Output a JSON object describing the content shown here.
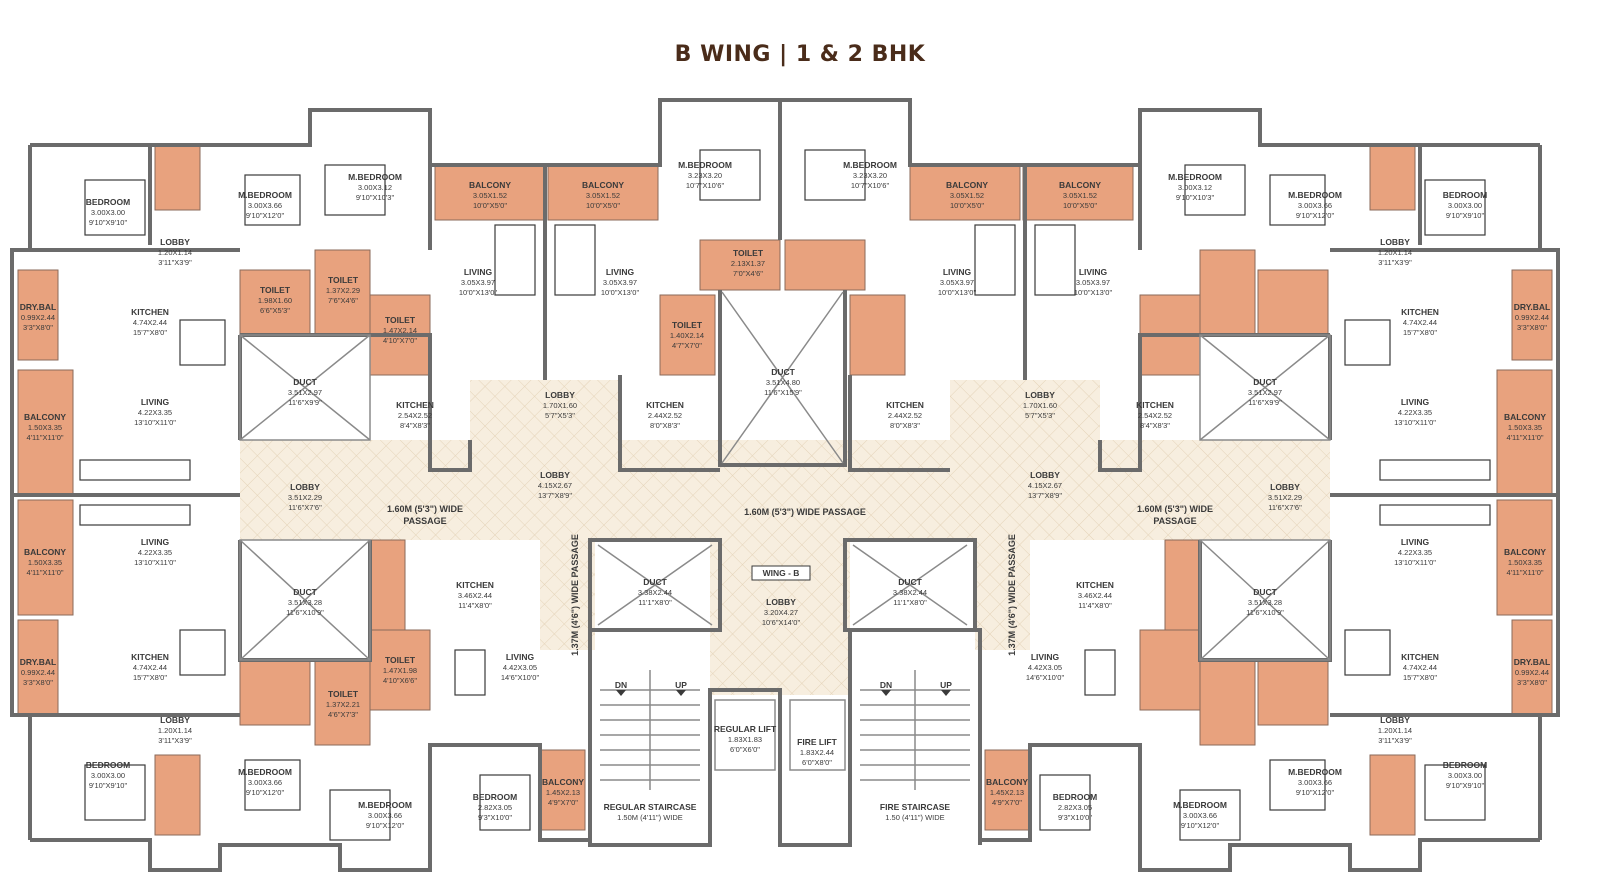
{
  "title": "B WING | 1 & 2 BHK",
  "colors": {
    "wall": "#6b6b6b",
    "wet_area": "#e8a27e",
    "lobby_fill": "#f7eedf",
    "furniture": "#3a3a3a",
    "title": "#4a2c1a"
  },
  "labels": {
    "balcony_tl": {
      "name": "BALCONY",
      "dim1": "3.05X1.52",
      "dim2": "10'0\"X5'0\""
    },
    "balcony_tc": {
      "name": "BALCONY",
      "dim1": "3.05X1.52",
      "dim2": "10'0\"X5'0\""
    },
    "balcony_tr1": {
      "name": "BALCONY",
      "dim1": "3.05X1.52",
      "dim2": "10'0\"X5'0\""
    },
    "balcony_tr2": {
      "name": "BALCONY",
      "dim1": "3.05X1.52",
      "dim2": "10'0\"X5'0\""
    },
    "mbed_tl": {
      "name": "M.BEDROOM",
      "dim1": "3.00X3.66",
      "dim2": "9'10\"X12'0\""
    },
    "mbed_tl2": {
      "name": "M.BEDROOM",
      "dim1": "3.00X3.12",
      "dim2": "9'10\"X10'3\""
    },
    "bed_tl": {
      "name": "BEDROOM",
      "dim1": "3.00X3.00",
      "dim2": "9'10\"X9'10\""
    },
    "mbed_tc1": {
      "name": "M.BEDROOM",
      "dim1": "3.23X3.20",
      "dim2": "10'7\"X10'6\""
    },
    "mbed_tc2": {
      "name": "M.BEDROOM",
      "dim1": "3.23X3.20",
      "dim2": "10'7\"X10'6\""
    },
    "mbed_tr1": {
      "name": "M.BEDROOM",
      "dim1": "3.00X3.12",
      "dim2": "9'10\"X10'3\""
    },
    "mbed_tr2": {
      "name": "M.BEDROOM",
      "dim1": "3.00X3.66",
      "dim2": "9'10\"X12'0\""
    },
    "bed_tr": {
      "name": "BEDROOM",
      "dim1": "3.00X3.00",
      "dim2": "9'10\"X9'10\""
    },
    "lobby_tl": {
      "name": "LOBBY",
      "dim1": "1.20X1.14",
      "dim2": "3'11\"X3'9\""
    },
    "lobby_tr": {
      "name": "LOBBY",
      "dim1": "1.20X1.14",
      "dim2": "3'11\"X3'9\""
    },
    "living_t1": {
      "name": "LIVING",
      "dim1": "3.05X3.97",
      "dim2": "10'0\"X13'0\""
    },
    "living_t2": {
      "name": "LIVING",
      "dim1": "3.05X3.97",
      "dim2": "10'0\"X13'0\""
    },
    "living_t3": {
      "name": "LIVING",
      "dim1": "3.05X3.97",
      "dim2": "10'0\"X13'0\""
    },
    "living_t4": {
      "name": "LIVING",
      "dim1": "3.05X3.97",
      "dim2": "10'0\"X13'0\""
    },
    "kitchen_l1": {
      "name": "KITCHEN",
      "dim1": "4.74X2.44",
      "dim2": "15'7\"X8'0\""
    },
    "kitchen_r1": {
      "name": "KITCHEN",
      "dim1": "4.74X2.44",
      "dim2": "15'7\"X8'0\""
    },
    "living_l1": {
      "name": "LIVING",
      "dim1": "4.22X3.35",
      "dim2": "13'10\"X11'0\""
    },
    "living_r1": {
      "name": "LIVING",
      "dim1": "4.22X3.35",
      "dim2": "13'10\"X11'0\""
    },
    "balcony_l1": {
      "name": "BALCONY",
      "dim1": "1.50X3.35",
      "dim2": "4'11\"X11'0\""
    },
    "balcony_r1": {
      "name": "BALCONY",
      "dim1": "1.50X3.35",
      "dim2": "4'11\"X11'0\""
    },
    "drybal_l1": {
      "name": "DRY.BAL",
      "dim1": "0.99X2.44",
      "dim2": "3'3\"X8'0\""
    },
    "drybal_r1": {
      "name": "DRY.BAL",
      "dim1": "0.99X2.44",
      "dim2": "3'3\"X8'0\""
    },
    "duct_l1": {
      "name": "DUCT",
      "dim1": "3.51X2.97",
      "dim2": "11'6\"X9'9\""
    },
    "duct_r1": {
      "name": "DUCT",
      "dim1": "3.51X2.97",
      "dim2": "11'6\"X9'9\""
    },
    "duct_c": {
      "name": "DUCT",
      "dim1": "3.51X4.80",
      "dim2": "11'6\"X15'9\""
    },
    "kitchen_c1": {
      "name": "KITCHEN",
      "dim1": "2.54X2.52",
      "dim2": "8'4\"X8'3\""
    },
    "kitchen_c2": {
      "name": "KITCHEN",
      "dim1": "2.44X2.52",
      "dim2": "8'0\"X8'3\""
    },
    "kitchen_c3": {
      "name": "KITCHEN",
      "dim1": "2.44X2.52",
      "dim2": "8'0\"X8'3\""
    },
    "kitchen_c4": {
      "name": "KITCHEN",
      "dim1": "2.54X2.52",
      "dim2": "8'4\"X8'3\""
    },
    "lobby_c1": {
      "name": "LOBBY",
      "dim1": "1.70X1.60",
      "dim2": "5'7\"X5'3\""
    },
    "lobby_c2": {
      "name": "LOBBY",
      "dim1": "1.70X1.60",
      "dim2": "5'7\"X5'3\""
    },
    "lobby_ml": {
      "name": "LOBBY",
      "dim1": "3.51X2.29",
      "dim2": "11'6\"X7'6\""
    },
    "lobby_mr": {
      "name": "LOBBY",
      "dim1": "3.51X2.29",
      "dim2": "11'6\"X7'6\""
    },
    "lobby_m2": {
      "name": "LOBBY",
      "dim1": "4.15X2.67",
      "dim2": "13'7\"X8'9\""
    },
    "lobby_m3": {
      "name": "LOBBY",
      "dim1": "4.15X2.67",
      "dim2": "13'7\"X8'9\""
    },
    "lobby_center": {
      "name": "LOBBY",
      "dim1": "3.20X4.27",
      "dim2": "10'6\"X14'0\""
    },
    "wing_tag": "WING - B",
    "passage_main": "1.60M (5'3\") WIDE PASSAGE",
    "passage_l": {
      "line1": "1.60M (5'3\") WIDE",
      "line2": "PASSAGE"
    },
    "passage_r": {
      "line1": "1.60M (5'3\") WIDE",
      "line2": "PASSAGE"
    },
    "passage_vl": "1.37M (4'6\") WIDE PASSAGE",
    "passage_vr": "1.37M (4'6\") WIDE PASSAGE",
    "duct_bl": {
      "name": "DUCT",
      "dim1": "3.51X3.28",
      "dim2": "11'6\"X10'9\""
    },
    "duct_br": {
      "name": "DUCT",
      "dim1": "3.51X3.28",
      "dim2": "11'6\"X10'9\""
    },
    "duct_bc1": {
      "name": "DUCT",
      "dim1": "3.38X2.44",
      "dim2": "11'1\"X8'0\""
    },
    "duct_bc2": {
      "name": "DUCT",
      "dim1": "3.38X2.44",
      "dim2": "11'1\"X8'0\""
    },
    "living_bl": {
      "name": "LIVING",
      "dim1": "4.22X3.35",
      "dim2": "13'10\"X11'0\""
    },
    "living_br": {
      "name": "LIVING",
      "dim1": "4.22X3.35",
      "dim2": "13'10\"X11'0\""
    },
    "balcony_bl": {
      "name": "BALCONY",
      "dim1": "1.50X3.35",
      "dim2": "4'11\"X11'0\""
    },
    "balcony_br": {
      "name": "BALCONY",
      "dim1": "1.50X3.35",
      "dim2": "4'11\"X11'0\""
    },
    "kitchen_bl": {
      "name": "KITCHEN",
      "dim1": "4.74X2.44",
      "dim2": "15'7\"X8'0\""
    },
    "kitchen_br": {
      "name": "KITCHEN",
      "dim1": "4.74X2.44",
      "dim2": "15'7\"X8'0\""
    },
    "kitchen_bc1": {
      "name": "KITCHEN",
      "dim1": "3.46X2.44",
      "dim2": "11'4\"X8'0\""
    },
    "kitchen_bc2": {
      "name": "KITCHEN",
      "dim1": "3.46X2.44",
      "dim2": "11'4\"X8'0\""
    },
    "living_bc1": {
      "name": "LIVING",
      "dim1": "4.42X3.05",
      "dim2": "14'6\"X10'0\""
    },
    "living_bc2": {
      "name": "LIVING",
      "dim1": "4.42X3.05",
      "dim2": "14'6\"X10'0\""
    },
    "drybal_bl": {
      "name": "DRY.BAL",
      "dim1": "0.99X2.44",
      "dim2": "3'3\"X8'0\""
    },
    "drybal_br": {
      "name": "DRY.BAL",
      "dim1": "0.99X2.44",
      "dim2": "3'3\"X8'0\""
    },
    "lobby_bl": {
      "name": "LOBBY",
      "dim1": "1.20X1.14",
      "dim2": "3'11\"X3'9\""
    },
    "lobby_br": {
      "name": "LOBBY",
      "dim1": "1.20X1.14",
      "dim2": "3'11\"X3'9\""
    },
    "bed_bl": {
      "name": "BEDROOM",
      "dim1": "3.00X3.00",
      "dim2": "9'10\"X9'10\""
    },
    "bed_br": {
      "name": "BEDROOM",
      "dim1": "3.00X3.00",
      "dim2": "9'10\"X9'10\""
    },
    "mbed_bl1": {
      "name": "M.BEDROOM",
      "dim1": "3.00X3.66",
      "dim2": "9'10\"X12'0\""
    },
    "mbed_bl2": {
      "name": "M.BEDROOM",
      "dim1": "3.00X3.66",
      "dim2": "9'10\"X12'0\""
    },
    "mbed_br1": {
      "name": "M.BEDROOM",
      "dim1": "3.00X3.66",
      "dim2": "9'10\"X12'0\""
    },
    "mbed_br2": {
      "name": "M.BEDROOM",
      "dim1": "3.00X3.66",
      "dim2": "9'10\"X12'0\""
    },
    "bed_bc1": {
      "name": "BEDROOM",
      "dim1": "2.82X3.05",
      "dim2": "9'3\"X10'0\""
    },
    "bed_bc2": {
      "name": "BEDROOM",
      "dim1": "2.82X3.05",
      "dim2": "9'3\"X10'0\""
    },
    "balcony_bc1": {
      "name": "BALCONY",
      "dim1": "1.45X2.13",
      "dim2": "4'9\"X7'0\""
    },
    "balcony_bc2": {
      "name": "BALCONY",
      "dim1": "1.45X2.13",
      "dim2": "4'9\"X7'0\""
    },
    "stair_reg": {
      "name": "REGULAR STAIRCASE",
      "dim1": "1.50M (4'11\") WIDE"
    },
    "stair_fire": {
      "name": "FIRE STAIRCASE",
      "dim1": "1.50 (4'11\") WIDE"
    },
    "lift_reg": {
      "name": "REGULAR LIFT",
      "dim1": "1.83X1.83",
      "dim2": "6'0\"X6'0\""
    },
    "lift_fire": {
      "name": "FIRE LIFT",
      "dim1": "1.83X2.44",
      "dim2": "6'0\"X8'0\""
    },
    "dn": "DN",
    "up": "UP",
    "toilet_1": {
      "name": "TOILET",
      "dim1": "1.98X1.60",
      "dim2": "6'6\"X5'3\""
    },
    "toilet_2": {
      "name": "TOILET",
      "dim1": "1.37X2.29",
      "dim2": "7'6\"X4'6\""
    },
    "toilet_3": {
      "name": "TOILET",
      "dim1": "1.47X2.14",
      "dim2": "4'10\"X7'0\""
    },
    "toilet_4": {
      "name": "TOILET",
      "dim1": "1.40X2.14",
      "dim2": "4'7\"X7'0\""
    },
    "toilet_5": {
      "name": "TOILET",
      "dim1": "2.13X1.37",
      "dim2": "7'0\"X4'6\""
    },
    "toilet_6": {
      "name": "TOILET",
      "dim1": "1.47X1.98",
      "dim2": "4'10\"X6'6\""
    },
    "toilet_7": {
      "name": "TOILET",
      "dim1": "1.37X2.21",
      "dim2": "4'6\"X7'3\""
    }
  }
}
